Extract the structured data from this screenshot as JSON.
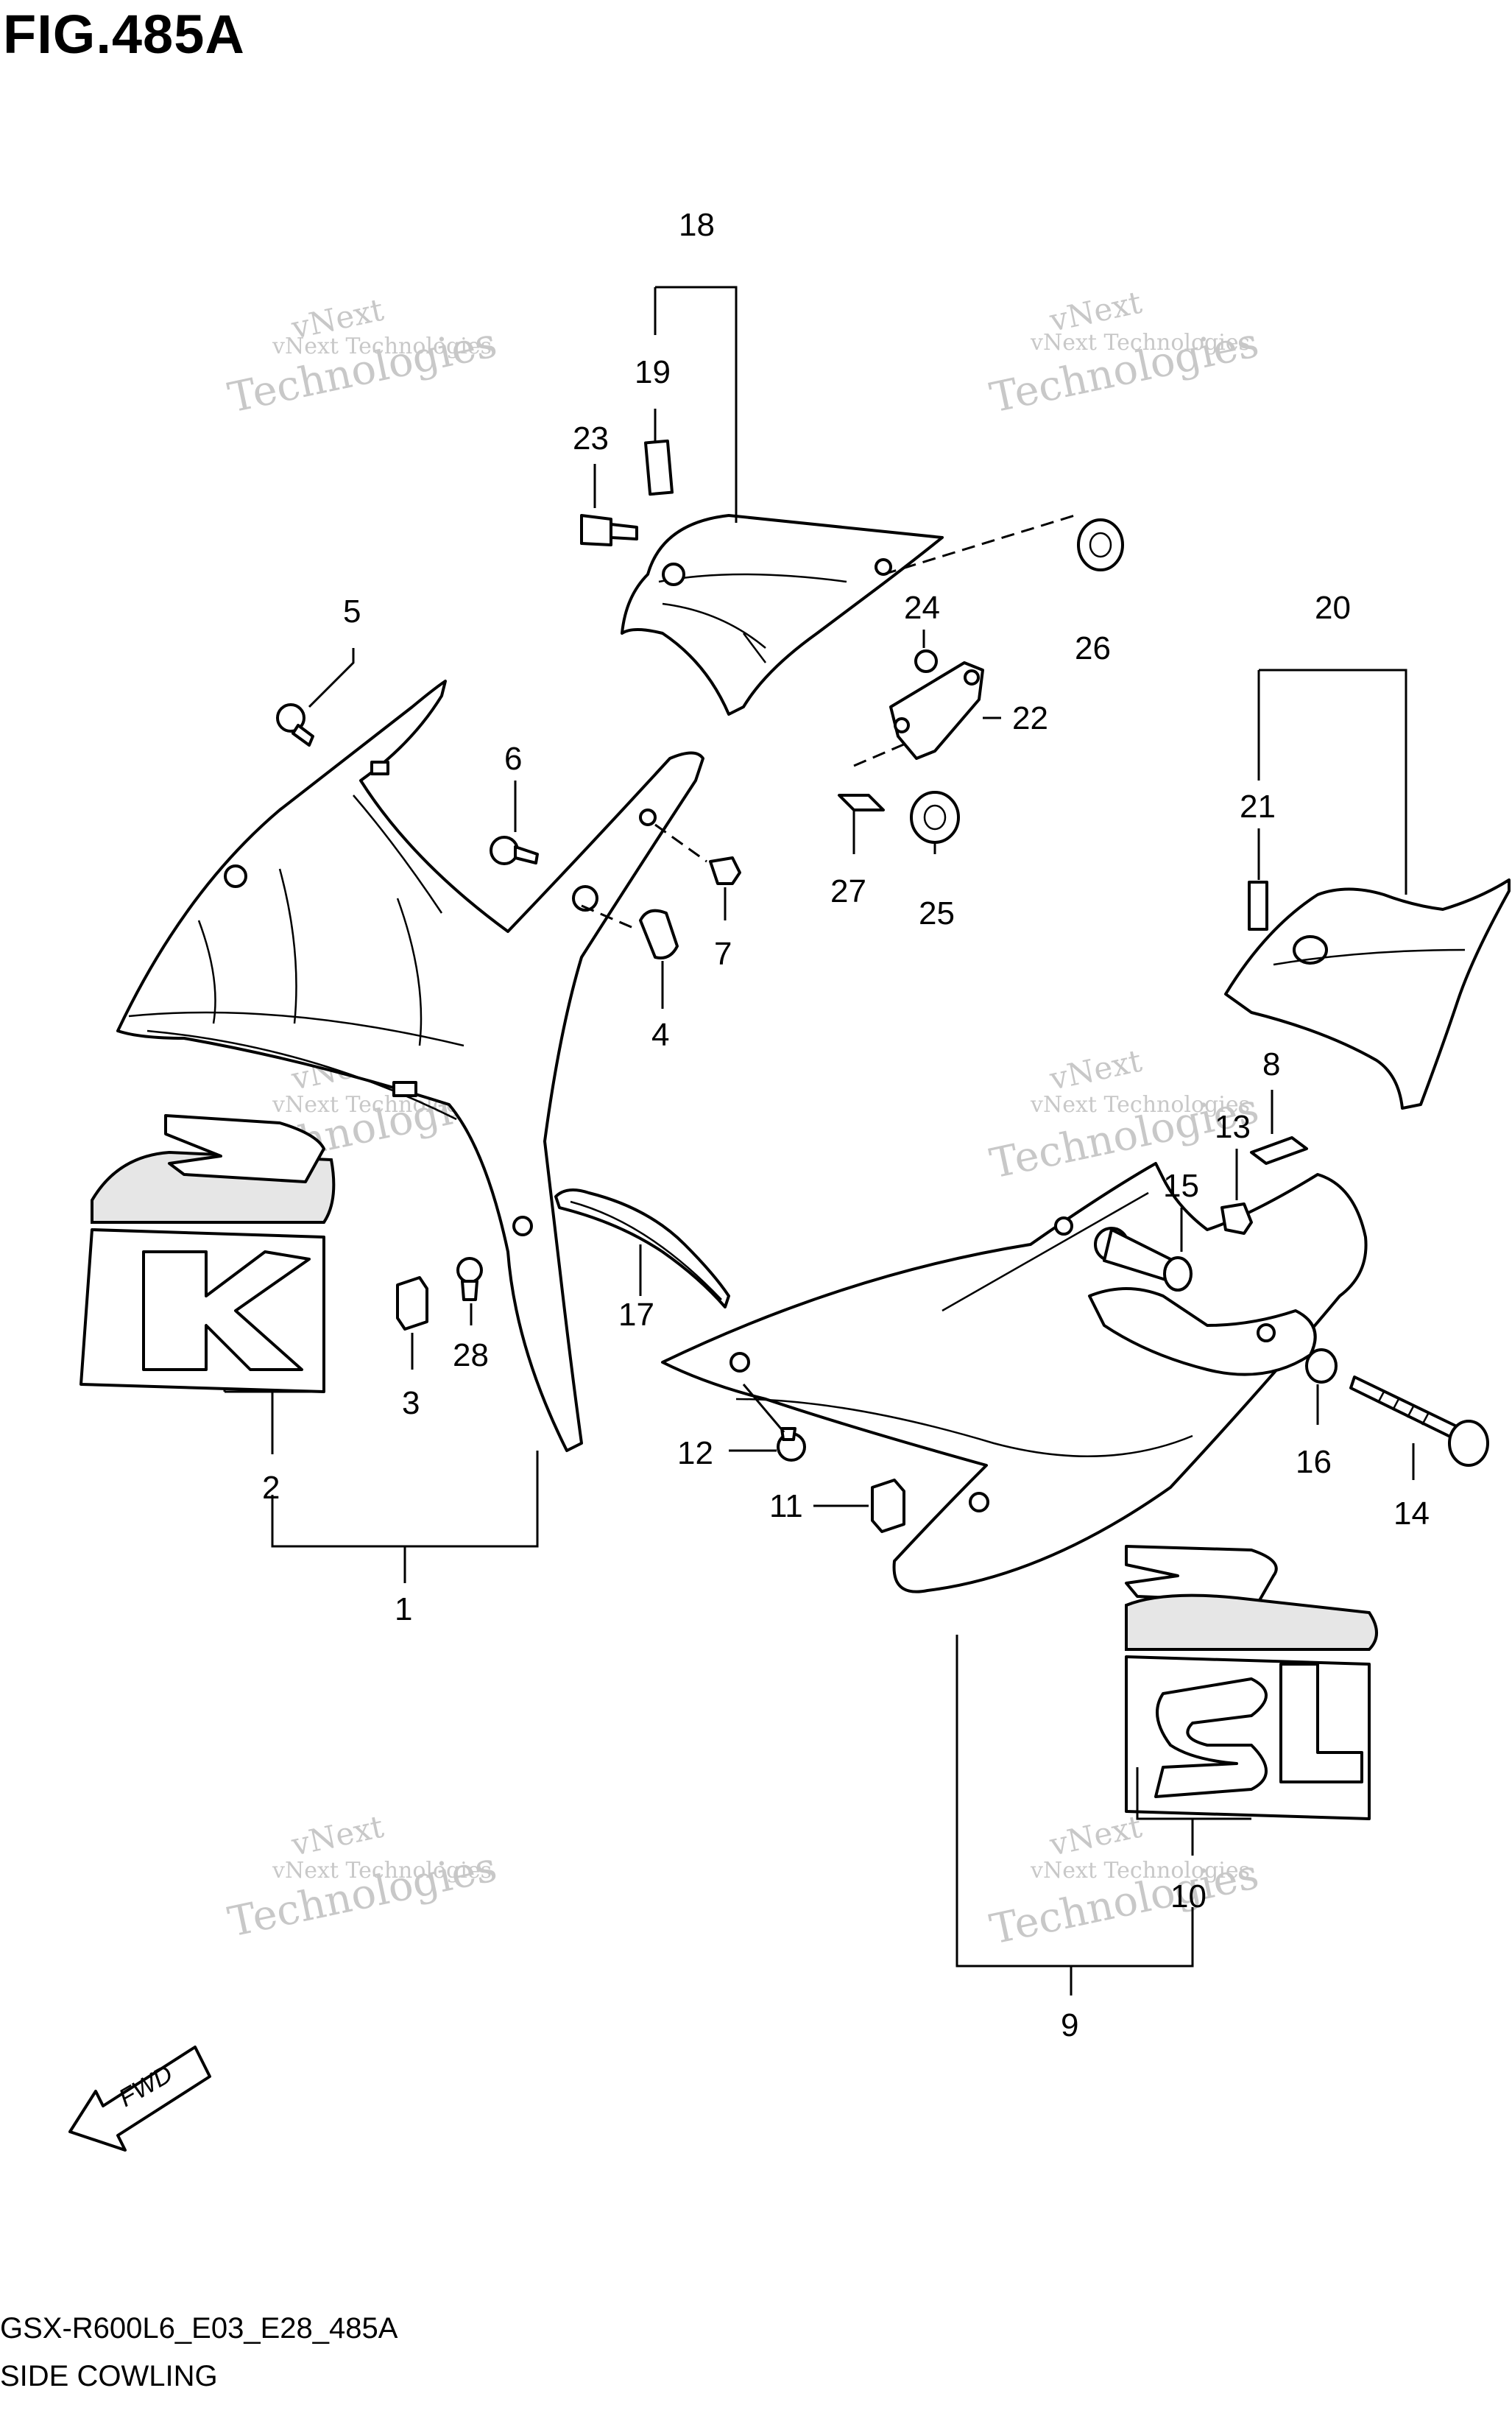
{
  "figure": {
    "title": "FIG.485A",
    "model_code": "GSX-R600L6_E03_E28_485A",
    "name": "SIDE COWLING"
  },
  "watermark": {
    "line1": "vNext",
    "line2": "vNext Technologies",
    "line3": "Technologies"
  },
  "fwd_label": "FWD",
  "callouts": {
    "c1": "1",
    "c2": "2",
    "c3": "3",
    "c4": "4",
    "c5": "5",
    "c6": "6",
    "c7": "7",
    "c8": "8",
    "c9": "9",
    "c10": "10",
    "c11": "11",
    "c12": "12",
    "c13": "13",
    "c14": "14",
    "c15": "15",
    "c16": "16",
    "c17": "17",
    "c18": "18",
    "c19": "19",
    "c20": "20",
    "c21": "21",
    "c22": "22",
    "c23": "23",
    "c24": "24",
    "c25": "25",
    "c26": "26",
    "c27": "27",
    "c28": "28"
  }
}
